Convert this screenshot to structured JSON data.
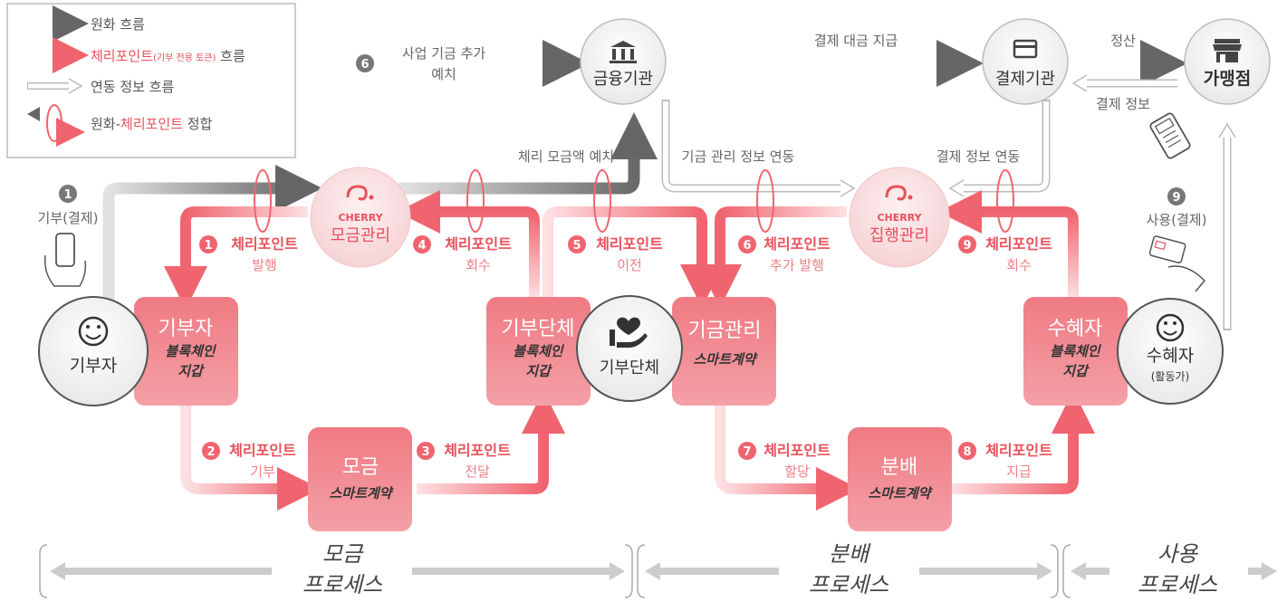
{
  "legend": {
    "won_flow": "원화 흐름",
    "cherry_flow_main": "체리포인트",
    "cherry_flow_sub": "(기부 전용 토큰)",
    "cherry_flow_tail": " 흐름",
    "info_flow": "연동 정보 흐름",
    "match_prefix": "원화-",
    "match_cherry": "체리포인트",
    "match_suffix": " 정합"
  },
  "nodes": {
    "donor_circle": "기부자",
    "org_circle": "기부단체",
    "recipient_circle_1": "수혜자",
    "recipient_circle_2": "(활동가)",
    "bank": "금융기관",
    "payment": "결제기관",
    "merchant": "가맹점",
    "cherry_logo": "CHERRY",
    "collect_mgmt": "모금관리",
    "exec_mgmt": "집행관리"
  },
  "boxes": {
    "donor_wallet_title": "기부자",
    "donor_wallet_sub1": "블록체인",
    "donor_wallet_sub2": "지갑",
    "org_wallet_title": "기부단체",
    "org_wallet_sub1": "블록체인",
    "org_wallet_sub2": "지갑",
    "fund_title": "기금관리",
    "fund_sub": "스마트계약",
    "recipient_wallet_title": "수혜자",
    "recipient_wallet_sub1": "블록체인",
    "recipient_wallet_sub2": "지갑",
    "collect_title": "모금",
    "collect_sub": "스마트계약",
    "distribute_title": "분배",
    "distribute_sub": "스마트계약"
  },
  "labels": {
    "step1_num": "1",
    "step1_label": "기부(결제)",
    "step6_num": "6",
    "step6_line1": "사업 기금 추가",
    "step6_line2": "예치",
    "payment_settle": "결제 대금 지급",
    "settle": "정산",
    "payment_info": "결제 정보",
    "cherry_deposit": "체리 모금액 예치",
    "fund_info_link": "기금 관리 정보 연동",
    "payment_info_link": "결제 정보 연동",
    "step9_num": "9",
    "step9_label": "사용(결제)"
  },
  "point_steps": [
    {
      "num": "1",
      "title": "체리포인트",
      "sub": "발행"
    },
    {
      "num": "4",
      "title": "체리포인트",
      "sub": "회수"
    },
    {
      "num": "5",
      "title": "체리포인트",
      "sub": "이전"
    },
    {
      "num": "6",
      "title": "체리포인트",
      "sub": "추가 발행"
    },
    {
      "num": "9",
      "title": "체리포인트",
      "sub": "회수"
    },
    {
      "num": "2",
      "title": "체리포인트",
      "sub": "기부"
    },
    {
      "num": "3",
      "title": "체리포인트",
      "sub": "전달"
    },
    {
      "num": "7",
      "title": "체리포인트",
      "sub": "할당"
    },
    {
      "num": "8",
      "title": "체리포인트",
      "sub": "지급"
    }
  ],
  "processes": {
    "collect_1": "모금",
    "collect_2": "프로세스",
    "distribute_1": "분배",
    "distribute_2": "프로세스",
    "use_1": "사용",
    "use_2": "프로세스"
  },
  "colors": {
    "cherry": "#f0707a",
    "cherry_dark": "#e8505b",
    "won_dark": "#666666",
    "won_light": "#d6d6d6",
    "circle_fill": "#f4f4f4",
    "cherry_circle": "#fbe4e4"
  }
}
